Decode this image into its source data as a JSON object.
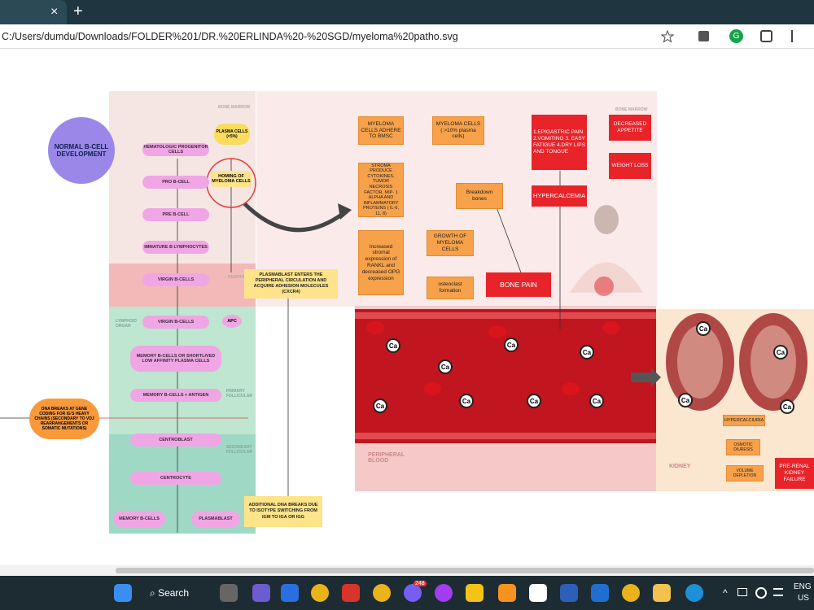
{
  "browser": {
    "url": "C:/Users/dumdu/Downloads/FOLDER%201/DR.%20ERLINDA%20-%20SGD/myeloma%20patho.svg",
    "close_glyph": "×",
    "new_tab_glyph": "+"
  },
  "left_panel": {
    "section_label": "BONE MARROW",
    "start_node": "NORMAL B-CELL DEVELOPMENT",
    "plasma_cells": "PLASMA CELLS (<5%)",
    "homing": "HOMING OF MYELOMA CELLS",
    "steps": [
      "HEMATOLOGIC PROGENITOR CELLS",
      "PRO B-CELL",
      "PRE B-CELL",
      "IMMATURE B LYMPHOCYTES",
      "VIRGIN B-CELLS",
      "VIRGIN B-CELLS",
      "MEMORY B-CELLS OR SHORTLIVED LOW AFFINITY PLASMA CELLS",
      "MEMORY B-CELLS + ANTIGEN",
      "CENTROBLAST",
      "CENTROCYTE",
      "MEMORY B-CELLS",
      "PLASMABLAST"
    ],
    "apc": "APC",
    "peripheral_label": "PERIPHERAL BLOOD",
    "lymphoid_label": "LYMPHOID ORGAN",
    "primary_label": "PRIMARY FOLLICULAR",
    "secondary_label": "SECONDARY FOLLICULAR",
    "dna_breaks": "DNA BREAKS AT GENE CODING FOR IG'S HEAVY CHAINS (SECONDARY TO VDJ REARRANGEMENTS OR SOMATIC MUTATIONS)",
    "plasmablast_note": "PLASMABLAST ENTERS THE PERIPHERAL CIRCULATION AND ACQUIRE ADHESION MOLECULES (CXCR4)",
    "additional_note": "ADDITIONAL DNA BREAKS DUE TO ISOTYPE SWITCHING FROM IGM TO IGA OR IGG"
  },
  "right_panel": {
    "section_label": "BONE MARROW",
    "adhere": "MYELOMA CELLS ADHERE TO BMSC",
    "myeloma_cells": "MYELOMA CELLS ( >10% plasma cells)",
    "stroma": "STROMA PRODUCE CYTOKINES, TUMOR NECROSIS FACTOR, MIP- 1 ALPHA AND INFLAMMATORY PROTEINS ( IL-6, 11, 8)",
    "rankl": "Increased stromal expression of RANKL and decreased OPG expression",
    "growth": "GROWTH OF MYELOMA CELLS",
    "osteoclast": "osteoclast formation",
    "breakdown": "Breakdown bones",
    "symptoms": "1.EPIGASTRIC PAIN 2.VOMITING 3. EASY FATIGUE 4.DRY LIPS AND TONGUE",
    "appetite": "DECREASED APPETITE",
    "weight": "WEIGHT LOSS",
    "hypercalcemia": "HYPERCALCEMIA",
    "bone_pain": "BONE PAIN",
    "peripheral_blood": "PERIPHERAL BLOOD",
    "ca": "Ca",
    "kidney": "KIDNEY",
    "hypercalciuria": "HYPERCALCIURIA",
    "osmotic": "OSMOTIC DIURESIS",
    "volume": "VOLUME DEPLETION",
    "renal": "PRE-RENAL KIDNEY FAILURE"
  },
  "taskbar": {
    "search": "Search",
    "lang1": "ENG",
    "lang2": "US",
    "badge1": "248",
    "caret_glyph": "^"
  }
}
